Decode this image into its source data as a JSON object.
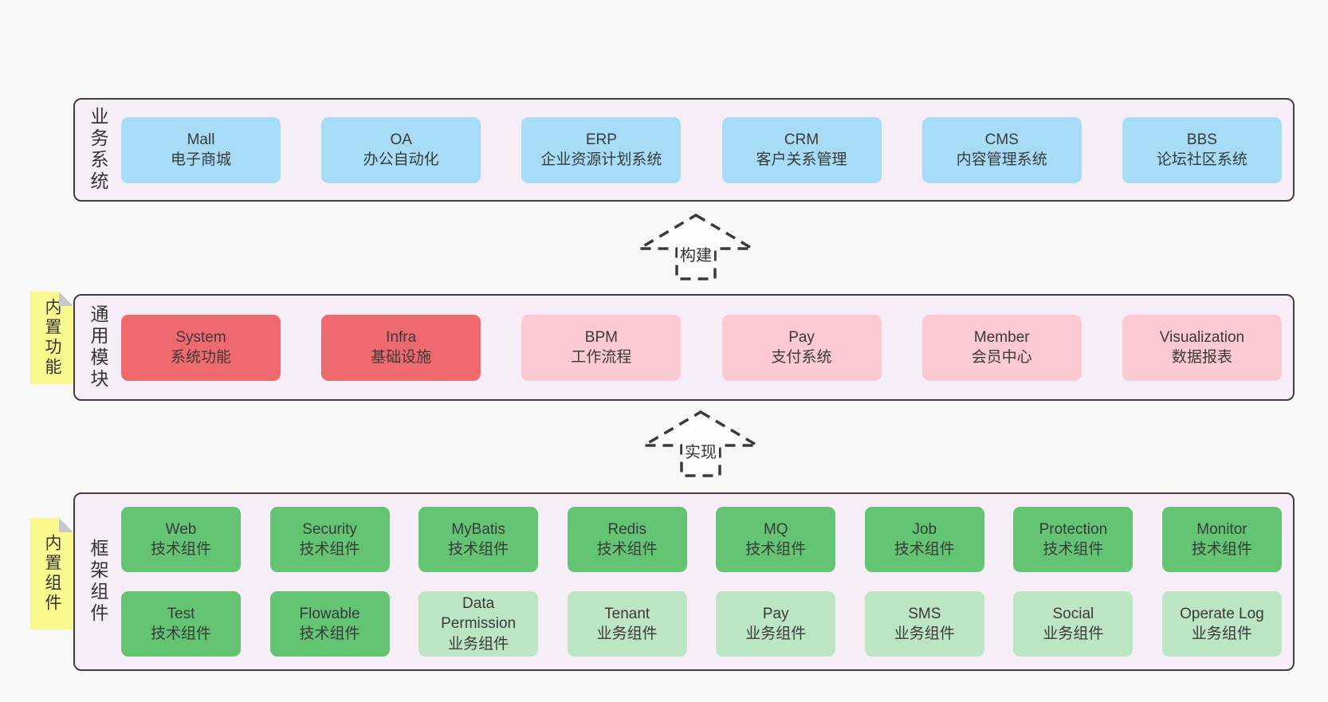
{
  "colors": {
    "page_bg": "#F8F8F8",
    "panel_bg": "#F7EDF6",
    "panel_border": "#3F3F3F",
    "box_text": "#3A3A3A",
    "blue": "#A7DCF6",
    "red": "#EF6A6E",
    "pink": "#FBC9D1",
    "green_dark": "#63C573",
    "green_light": "#BCE5C4",
    "yellow": "#FAF98F",
    "fold_gray": "#C8C8C8",
    "arrow_stroke": "#3A3A3A",
    "arrow_fill": "#FCFCFC"
  },
  "arrows": [
    {
      "label": "构建"
    },
    {
      "label": "实现"
    }
  ],
  "layers": {
    "business": {
      "label": "业务系统",
      "boxes": [
        {
          "title": "Mall",
          "subtitle": "电子商城",
          "variant": "blue"
        },
        {
          "title": "OA",
          "subtitle": "办公自动化",
          "variant": "blue"
        },
        {
          "title": "ERP",
          "subtitle": "企业资源计划系统",
          "variant": "blue"
        },
        {
          "title": "CRM",
          "subtitle": "客户关系管理",
          "variant": "blue"
        },
        {
          "title": "CMS",
          "subtitle": "内容管理系统",
          "variant": "blue"
        },
        {
          "title": "BBS",
          "subtitle": "论坛社区系统",
          "variant": "blue"
        }
      ]
    },
    "modules": {
      "label": "通用模块",
      "tag": "内置功能",
      "boxes": [
        {
          "title": "System",
          "subtitle": "系统功能",
          "variant": "red"
        },
        {
          "title": "Infra",
          "subtitle": "基础设施",
          "variant": "red"
        },
        {
          "title": "BPM",
          "subtitle": "工作流程",
          "variant": "pink"
        },
        {
          "title": "Pay",
          "subtitle": "支付系统",
          "variant": "pink"
        },
        {
          "title": "Member",
          "subtitle": "会员中心",
          "variant": "pink"
        },
        {
          "title": "Visualization",
          "subtitle": "数据报表",
          "variant": "pink"
        }
      ]
    },
    "framework": {
      "label": "框架组件",
      "tag": "内置组件",
      "row1": [
        {
          "title": "Web",
          "subtitle": "技术组件",
          "variant": "green-dark"
        },
        {
          "title": "Security",
          "subtitle": "技术组件",
          "variant": "green-dark"
        },
        {
          "title": "MyBatis",
          "subtitle": "技术组件",
          "variant": "green-dark"
        },
        {
          "title": "Redis",
          "subtitle": "技术组件",
          "variant": "green-dark"
        },
        {
          "title": "MQ",
          "subtitle": "技术组件",
          "variant": "green-dark"
        },
        {
          "title": "Job",
          "subtitle": "技术组件",
          "variant": "green-dark"
        },
        {
          "title": "Protection",
          "subtitle": "技术组件",
          "variant": "green-dark"
        },
        {
          "title": "Monitor",
          "subtitle": "技术组件",
          "variant": "green-dark"
        }
      ],
      "row2": [
        {
          "title": "Test",
          "subtitle": "技术组件",
          "variant": "green-dark"
        },
        {
          "title": "Flowable",
          "subtitle": "技术组件",
          "variant": "green-dark"
        },
        {
          "title": "Data\nPermission",
          "subtitle": "业务组件",
          "variant": "green-light"
        },
        {
          "title": "Tenant",
          "subtitle": "业务组件",
          "variant": "green-light"
        },
        {
          "title": "Pay",
          "subtitle": "业务组件",
          "variant": "green-light"
        },
        {
          "title": "SMS",
          "subtitle": "业务组件",
          "variant": "green-light"
        },
        {
          "title": "Social",
          "subtitle": "业务组件",
          "variant": "green-light"
        },
        {
          "title": "Operate Log",
          "subtitle": "业务组件",
          "variant": "green-light"
        }
      ]
    }
  }
}
